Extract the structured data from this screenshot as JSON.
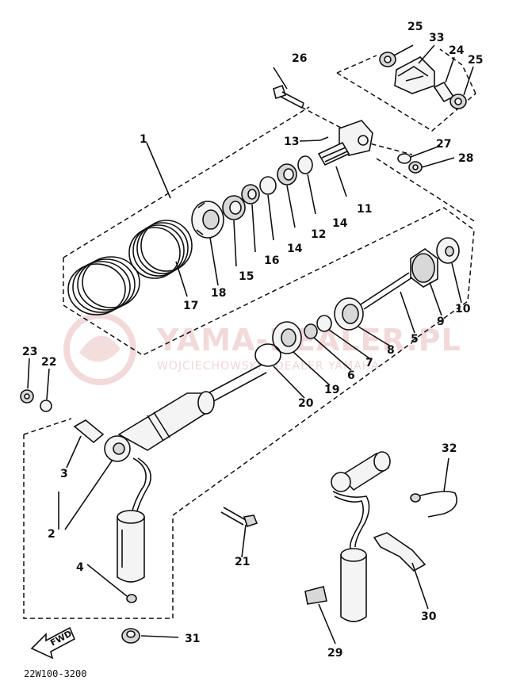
{
  "labels": {
    "p1": "1",
    "p2": "2",
    "p3": "3",
    "p4": "4",
    "p5": "5",
    "p6": "6",
    "p7": "7",
    "p8": "8",
    "p9": "9",
    "p10": "10",
    "p11": "11",
    "p12": "12",
    "p13": "13",
    "p14a": "14",
    "p14b": "14",
    "p15": "15",
    "p16": "16",
    "p17": "17",
    "p18": "18",
    "p19": "19",
    "p20": "20",
    "p21": "21",
    "p22": "22",
    "p23": "23",
    "p24": "24",
    "p25a": "25",
    "p25b": "25",
    "p26": "26",
    "p27": "27",
    "p28": "28",
    "p29": "29",
    "p30": "30",
    "p31": "31",
    "p32": "32",
    "p33": "33"
  },
  "fwd_label": "FWD",
  "diagram_code": "22W100-3200",
  "watermark": {
    "main": "YAMA-DEALER.PL",
    "sub": "WOJCIECHOWSKI - DEALER YAMAHA"
  },
  "colors": {
    "ink": "#111111",
    "watermark": "#e9bcbc",
    "background": "#ffffff"
  }
}
